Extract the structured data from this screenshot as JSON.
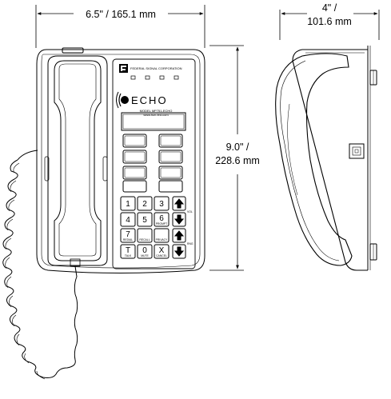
{
  "dimensions": {
    "width_label": "6.5\" / 165.1 mm",
    "height_label_line1": "9.0\" /",
    "height_label_line2": "228.6 mm",
    "depth_label_line1": "4\" /",
    "depth_label_line2": "101.6 mm"
  },
  "faceplate": {
    "brand": "FEDERAL SIGNAL CORPORATION",
    "product": "ECHO",
    "model_line1": "MODEL MP751-ECHO",
    "model_line2": "www.fsm.fed.com"
  },
  "keypad": {
    "keys": [
      {
        "main": "1",
        "sub": ""
      },
      {
        "main": "2",
        "sub": ""
      },
      {
        "main": "3",
        "sub": ""
      },
      {
        "main": "4",
        "sub": ""
      },
      {
        "main": "5",
        "sub": ""
      },
      {
        "main": "6",
        "sub": "PROMPT"
      },
      {
        "main": "7",
        "sub": "REDIAL"
      },
      {
        "main": "",
        "sub": "RECALL"
      },
      {
        "main": "",
        "sub": "PRIVACY"
      },
      {
        "main": "T",
        "sub": "TALK"
      },
      {
        "main": "0",
        "sub": "MUTE"
      },
      {
        "main": "X",
        "sub": "CANCEL"
      }
    ],
    "side_labels": [
      "VOL",
      "",
      "RNG",
      ""
    ]
  }
}
